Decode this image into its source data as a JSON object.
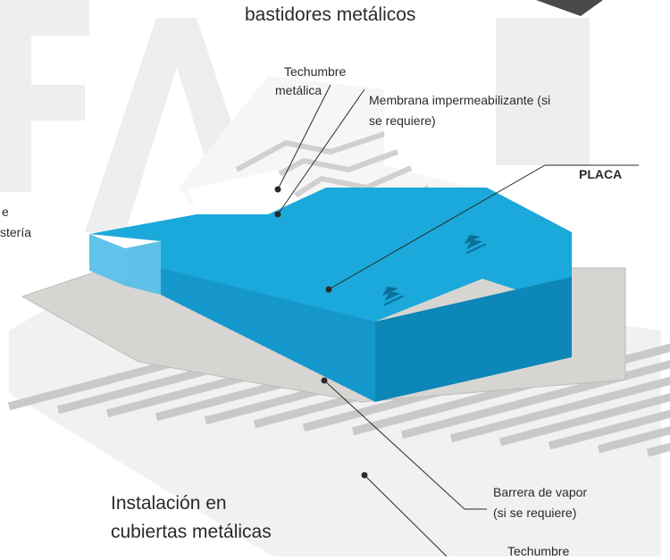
{
  "header": {
    "title": "bastidores metálicos"
  },
  "callouts": {
    "techumbre_top_line1": "Techumbre",
    "techumbre_top_line2": "metálica",
    "membrana_line1": "Membrana impermeabilizante (si",
    "membrana_line2": "se requiere)",
    "placa": "PLACA",
    "partial_left_line1": "e",
    "partial_left_line2": "stería",
    "barrera_line1": "Barrera de vapor",
    "barrera_line2": "(si se requiere)",
    "techumbre_bottom": "Techumbre"
  },
  "caption": {
    "line1": "Instalación en",
    "line2": "cubiertas metálicas"
  },
  "colors": {
    "board_top": "#1ba8db",
    "board_side": "#0d86b8",
    "board_corner": "#62c3ea",
    "vapor_barrier": "#d6d5d2",
    "deck": "#f1f1f1",
    "deck_groove": "#c9c9c9",
    "membrane": "#ffffff",
    "watermark": "#eeeeee"
  },
  "icons": [
    "brand-logo-icon",
    "brand-logo-icon"
  ]
}
